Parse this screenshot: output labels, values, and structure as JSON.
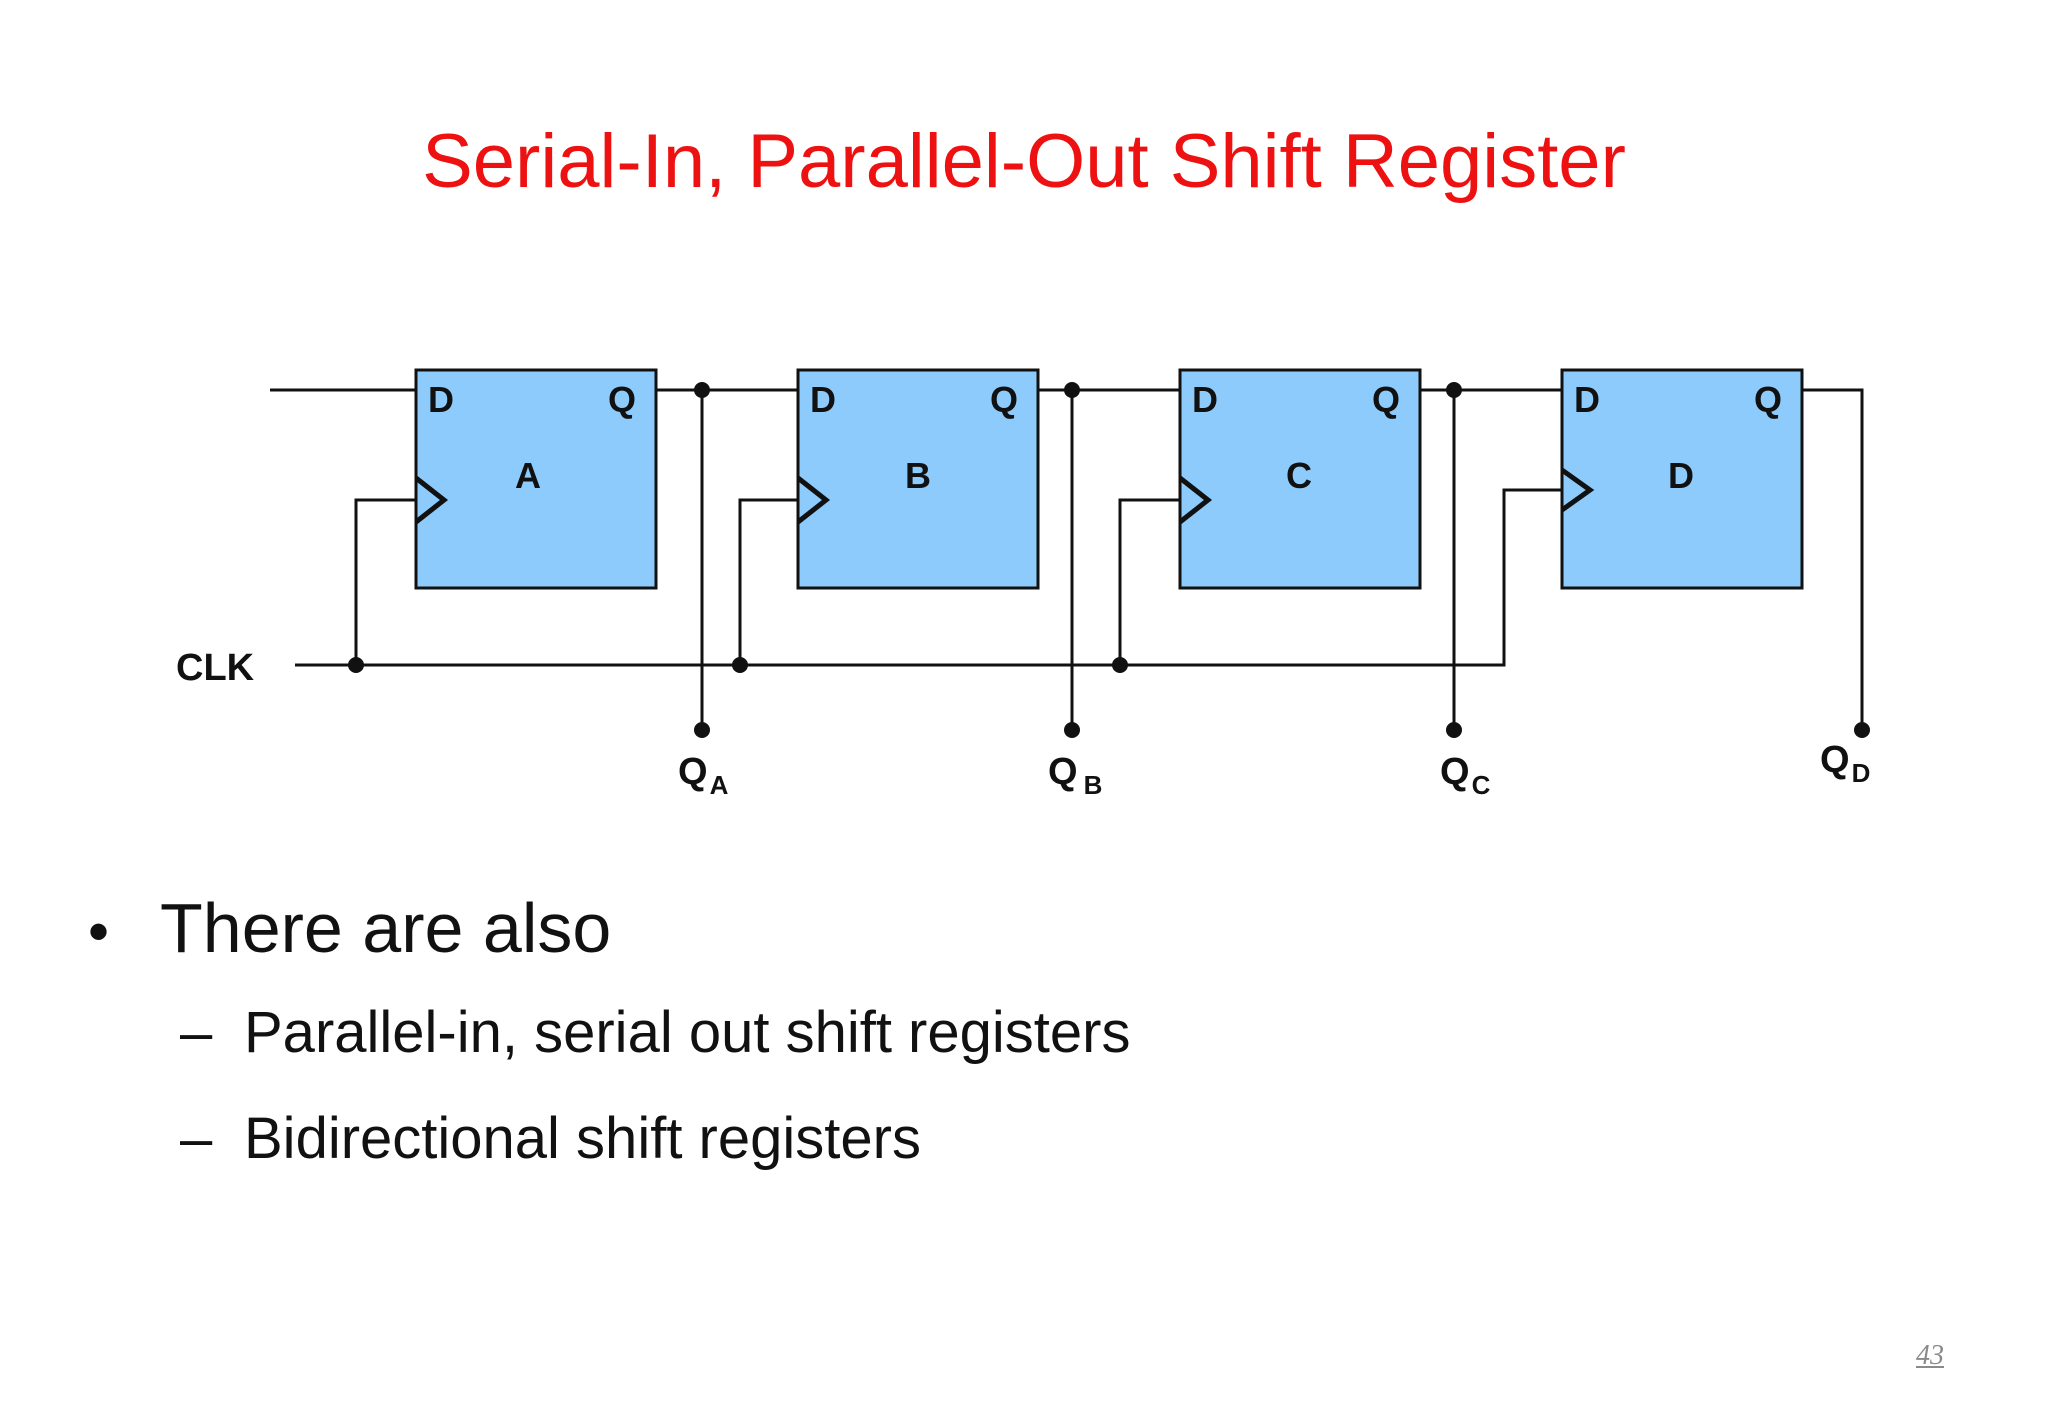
{
  "slide": {
    "title": "Serial-In, Parallel-Out Shift Register",
    "page_number": "43"
  },
  "diagram": {
    "clock_label": "CLK",
    "flip_flops": [
      {
        "name": "A",
        "d_pin": "D",
        "q_pin": "Q"
      },
      {
        "name": "B",
        "d_pin": "D",
        "q_pin": "Q"
      },
      {
        "name": "C",
        "d_pin": "D",
        "q_pin": "Q"
      },
      {
        "name": "D",
        "d_pin": "D",
        "q_pin": "Q"
      }
    ],
    "outputs": [
      {
        "main": "Q",
        "sub": "A"
      },
      {
        "main": "Q",
        "sub": "B"
      },
      {
        "main": "Q",
        "sub": "C"
      },
      {
        "main": "Q",
        "sub": "D"
      }
    ],
    "colors": {
      "flip_flop_fill": "#8ccbfc",
      "wire": "#111111",
      "title": "#ee1111"
    }
  },
  "bullets": {
    "main": "There are also",
    "sub": [
      "Parallel-in, serial out shift registers",
      "Bidirectional shift registers"
    ]
  }
}
